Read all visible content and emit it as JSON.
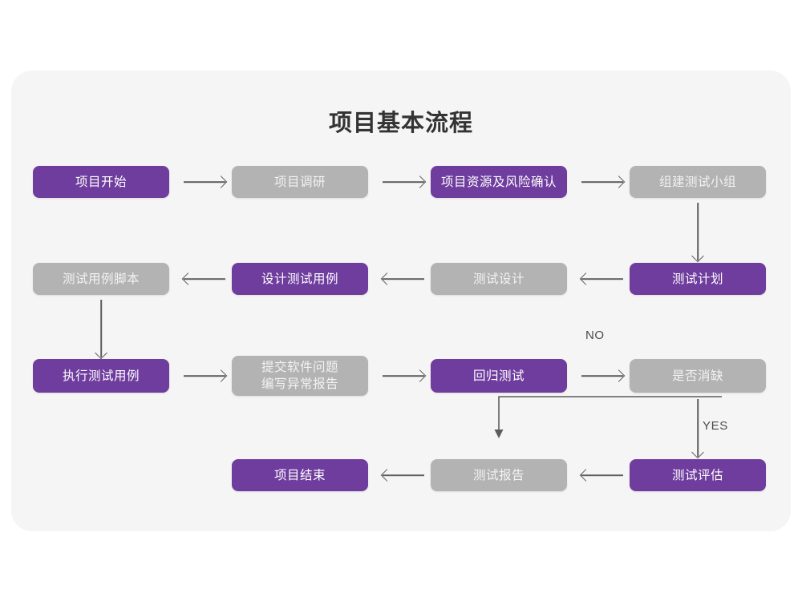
{
  "diagram": {
    "title": "项目基本流程",
    "colors": {
      "purple": "#6F3D9E",
      "gray": "#B3B3B3",
      "card_background": "#F5F5F5",
      "page_background": "#FFFFFF",
      "connector": "#5D5D5D"
    },
    "nodes": [
      {
        "id": "n1",
        "label": "项目开始",
        "style": "purple"
      },
      {
        "id": "n2",
        "label": "项目调研",
        "style": "gray"
      },
      {
        "id": "n3",
        "label": "项目资源及风险确认",
        "style": "purple"
      },
      {
        "id": "n4",
        "label": "组建测试小组",
        "style": "gray"
      },
      {
        "id": "n5",
        "label": "测试计划",
        "style": "purple"
      },
      {
        "id": "n6",
        "label": "测试设计",
        "style": "gray"
      },
      {
        "id": "n7",
        "label": "设计测试用例",
        "style": "purple"
      },
      {
        "id": "n8",
        "label": "测试用例脚本",
        "style": "gray"
      },
      {
        "id": "n9",
        "label": "执行测试用例",
        "style": "purple"
      },
      {
        "id": "n10",
        "label": "提交软件问题\n编写异常报告",
        "style": "gray"
      },
      {
        "id": "n11",
        "label": "回归测试",
        "style": "purple"
      },
      {
        "id": "n12",
        "label": "是否消缺",
        "style": "gray"
      },
      {
        "id": "n13",
        "label": "测试评估",
        "style": "purple"
      },
      {
        "id": "n14",
        "label": "测试报告",
        "style": "gray"
      },
      {
        "id": "n15",
        "label": "项目结束",
        "style": "purple"
      }
    ],
    "edge_labels": {
      "no": "NO",
      "yes": "YES"
    }
  }
}
